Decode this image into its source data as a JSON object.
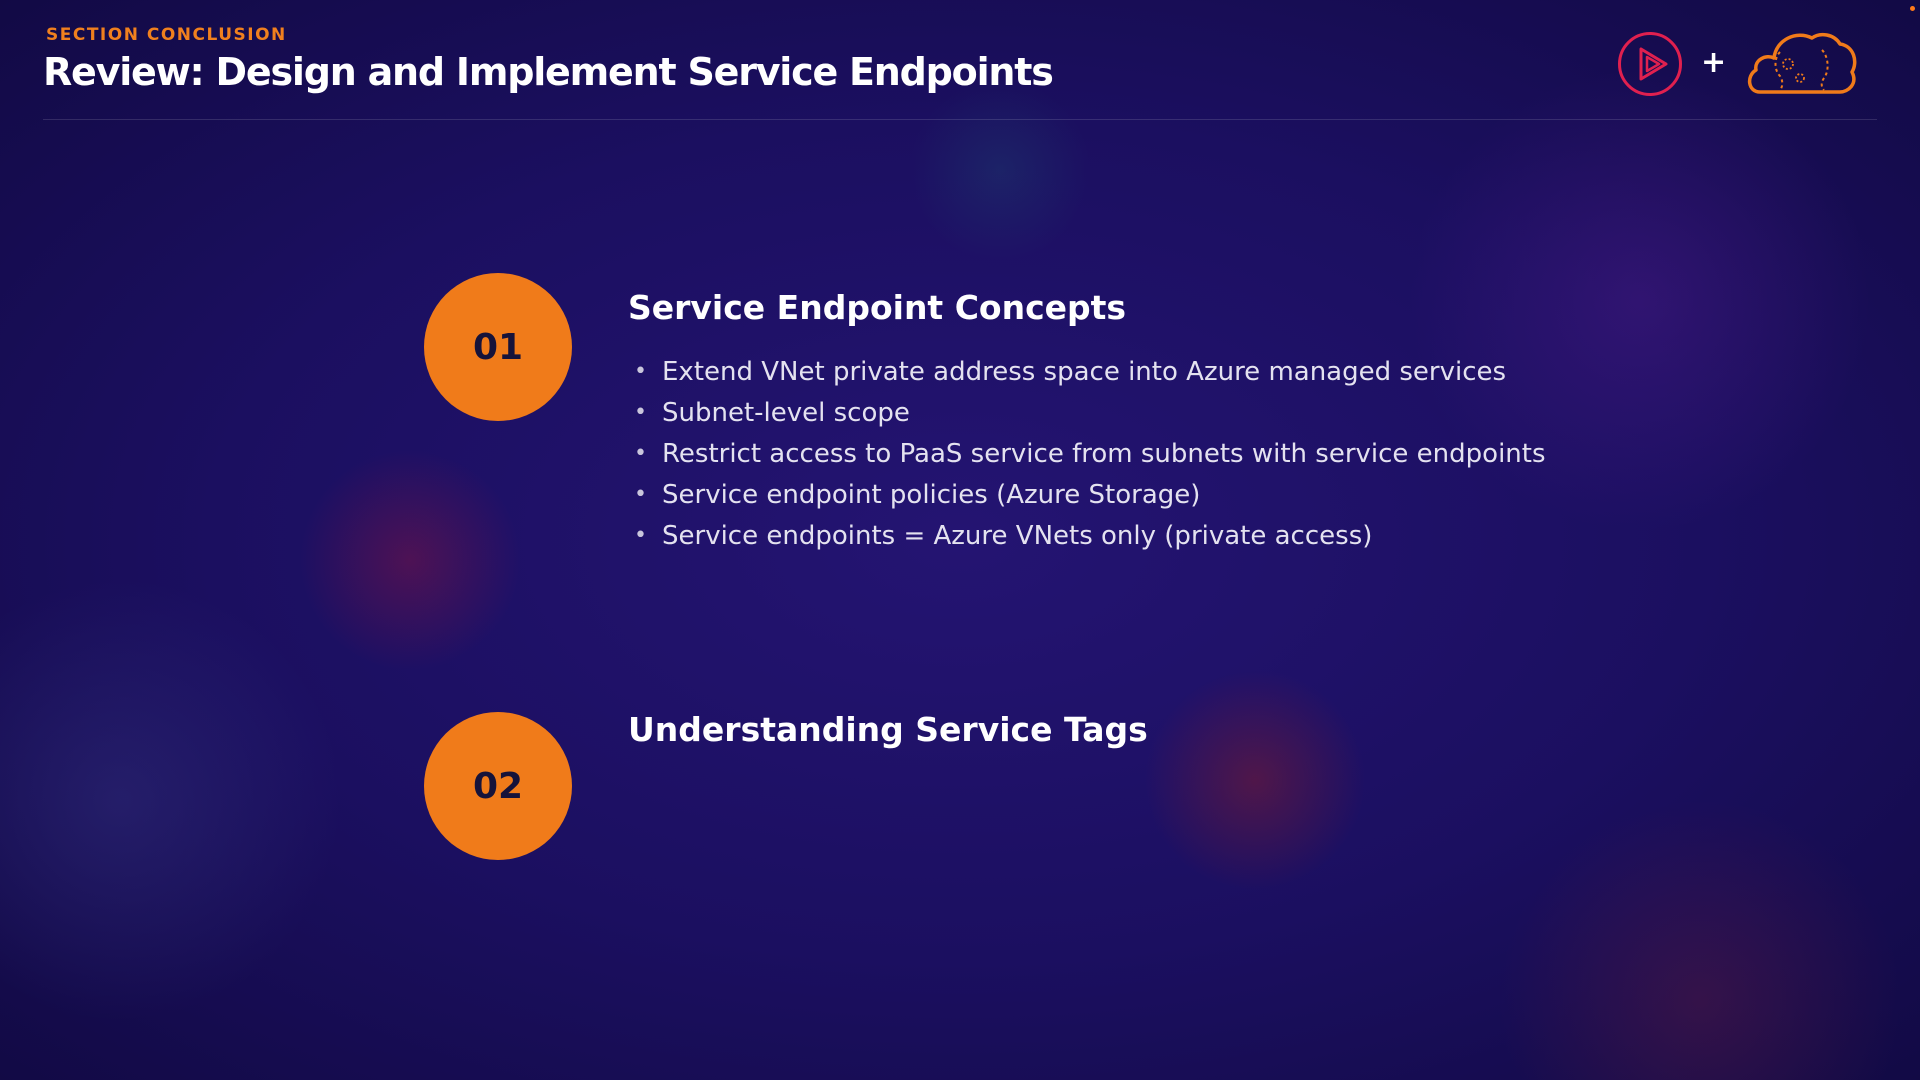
{
  "header": {
    "section_label": "SECTION CONCLUSION",
    "title": "Review: Design and Implement Service Endpoints",
    "logos": {
      "left_icon": "pluralsight-play-icon",
      "separator": "+",
      "right_icon": "acloudguru-cloud-icon"
    }
  },
  "sections": [
    {
      "number": "01",
      "heading": "Service Endpoint Concepts",
      "bullets": [
        "Extend VNet private address space into Azure managed services",
        "Subnet-level scope",
        "Restrict access to PaaS service from subnets with service endpoints",
        "Service endpoint policies (Azure Storage)",
        "Service endpoints = Azure VNets only (private access)"
      ]
    },
    {
      "number": "02",
      "heading": "Understanding Service Tags",
      "bullets": []
    }
  ],
  "colors": {
    "accent": "#f07b1a",
    "background": "#1b0f60",
    "play_logo": "#e0204f",
    "text": "#ffffff"
  }
}
